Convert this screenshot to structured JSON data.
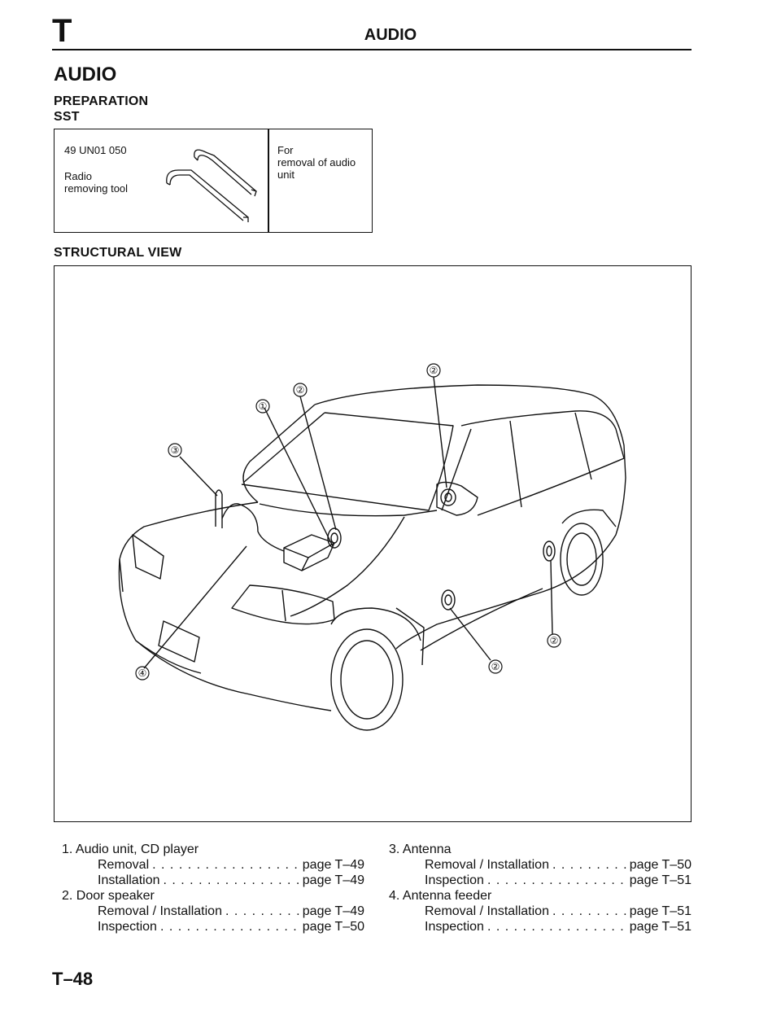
{
  "header": {
    "section_letter": "T",
    "title": "AUDIO"
  },
  "page_title": "AUDIO",
  "preparation": {
    "heading": "PREPARATION",
    "subheading": "SST",
    "tool": {
      "number": "49 UN01 050",
      "name_line1": "Radio",
      "name_line2": "removing tool",
      "purpose_line1": "For",
      "purpose_line2": "removal of audio",
      "purpose_line3": "unit"
    }
  },
  "structural_view": {
    "heading": "STRUCTURAL VIEW",
    "callouts": [
      "①",
      "②",
      "③",
      "④"
    ]
  },
  "items_left": [
    {
      "title": "1.  Audio unit, CD player",
      "entries": [
        {
          "label": "Removal",
          "page": "page T–49"
        },
        {
          "label": "Installation",
          "page": "page T–49"
        }
      ]
    },
    {
      "title": "2.  Door speaker",
      "entries": [
        {
          "label": "Removal / Installation",
          "page": "page T–49"
        },
        {
          "label": "Inspection",
          "page": "page T–50"
        }
      ]
    }
  ],
  "items_right": [
    {
      "title": "3.  Antenna",
      "entries": [
        {
          "label": "Removal / Installation",
          "page": "page T–50"
        },
        {
          "label": "Inspection",
          "page": "page T–51"
        }
      ]
    },
    {
      "title": "4.  Antenna feeder",
      "entries": [
        {
          "label": "Removal / Installation",
          "page": "page T–51"
        },
        {
          "label": "Inspection",
          "page": "page T–51"
        }
      ]
    }
  ],
  "footer": {
    "page_number": "T–48"
  }
}
